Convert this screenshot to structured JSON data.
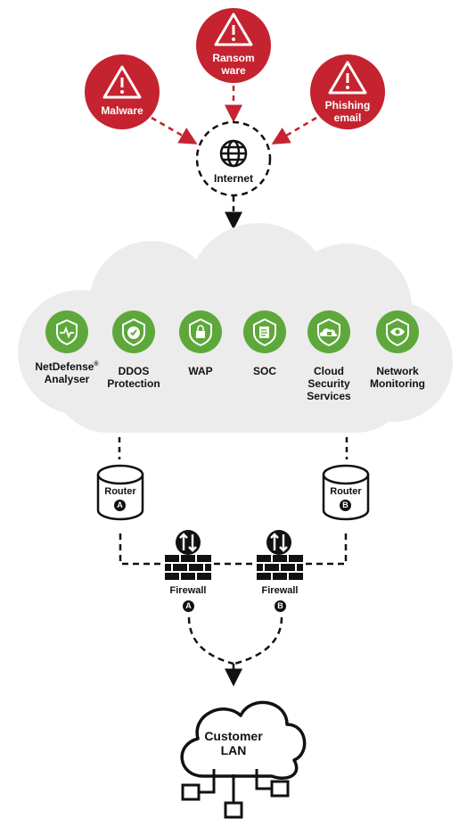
{
  "colors": {
    "threat": "#c4232f",
    "service": "#5ea83b",
    "cloud": "#ececec",
    "line": "#111111"
  },
  "threats": [
    {
      "label": "Malware",
      "icon": "warning-triangle-icon"
    },
    {
      "label": "Ransom ware",
      "icon": "warning-triangle-icon"
    },
    {
      "label": "Phishing email",
      "icon": "warning-triangle-icon"
    }
  ],
  "internet": {
    "label": "Internet",
    "icon": "globe-icon"
  },
  "services": [
    {
      "label": "NetDefense",
      "sup": "®",
      "label2": "Analyser",
      "icon": "pulse-shield-icon"
    },
    {
      "label": "DDOS Protection",
      "icon": "check-shield-icon"
    },
    {
      "label": "WAP",
      "icon": "lock-shield-icon"
    },
    {
      "label": "SOC",
      "icon": "document-shield-icon"
    },
    {
      "label": "Cloud Security Services",
      "icon": "cloud-lock-shield-icon"
    },
    {
      "label": "Network Monitoring",
      "icon": "eye-shield-icon"
    }
  ],
  "routers": [
    {
      "label": "Router",
      "badge": "A"
    },
    {
      "label": "Router",
      "badge": "B"
    }
  ],
  "firewalls": [
    {
      "label": "Firewall",
      "badge": "A"
    },
    {
      "label": "Firewall",
      "badge": "B"
    }
  ],
  "lan": {
    "label": "Customer LAN",
    "icon": "network-nodes-icon"
  }
}
